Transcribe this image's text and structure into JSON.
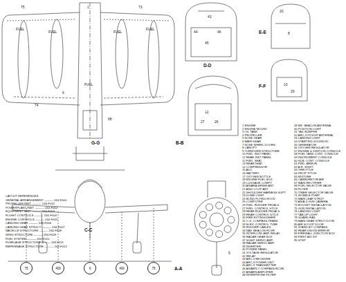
{
  "diagram": {
    "nodes": [
      {
        "text": [
          "75"
        ]
      },
      {
        "text": [
          "400"
        ]
      },
      {
        "text": [
          "6"
        ]
      },
      {
        "text": [
          "400"
        ]
      },
      {
        "text": [
          "75"
        ]
      }
    ],
    "labels": [
      "1 ENGINE",
      "2 ENGINE MOUNT",
      "3 OIL TANK",
      "4 PROPELLER",
      "5 NOSE GEAR",
      "6 MAIN GEAR",
      "7 NOSE WHEEL DOORS",
      "8 CANOPY",
      "9 TURNOVER STRUCTURE",
      "10 FWD. INST PANEL",
      "11 REAR INST PANEL",
      "12 FWD. SEAT",
      "13 REAR SEAT",
      "14 COMPRESSOR",
      "15 ADC",
      "16 BATTERY",
      "17 OXYGEN BOTTLE",
      "18 ENGINE FUEL BOX",
      "19 LUGGAGE COMPT.",
      "20 AN/ARA SENSE ANT.",
      "21 AN/U LOOP ANT.",
      "22 SHOULDER HARNESS SUPT.",
      "23 DOME LIGHT",
      "24 BLIND FLYING HOOD",
      "25 COMPUTER",
      "26 FWD. RUDDER PEDALS",
      "27 FWD. CONTROL STICK",
      "28 REAR RUDDER PEDALS",
      "29 REAR CONTROL STICK",
      "30 FIRE EXTINGUISHER",
      "31 C.G. COMPASS TRANS.",
      "32 ELEV. CONTROL TUBE",
      "33 RUDDER CABLES",
      "34 NAV. BEACON RCVR.",
      "35 INTERCOM. AMP. RELAY",
      "36 RADAR GEAR BOX",
      "37 SIGHT SERVO AMP.",
      "38 RADAR SERVO AMP.",
      "39 INVERTER",
      "40 POWER PANEL",
      "41 VOLTAGE REGULATOR",
      "42 RELAY",
      "43 ARC-3 RECEIVER",
      "44 ARC-3 POWER UNIT",
      "45 ARC-3 TRANSMITTER",
      "46 AN/ARN-7 COMPASS RCVR.",
      "47 AN/ARN AMPLIFIER",
      "48 INTERPHONE FILTER",
      "49 MK. BEACON ANTENNA",
      "50 POSITION LIGHT",
      "51 TAIL BUMPER",
      "52 ARC-3 PICKUP ANTENNA",
      "53 LANDING LIGHT",
      "54 STARTING SOLENOID",
      "55 GENERATOR",
      "56 OXYGEN REGULATOR",
      "57 ENGINE & IGNITION CONSOLE",
      "58 FUEL TANK CONT. CONSOLE",
      "59 INSTRUMENT CONSOLE",
      "60 SUB. CONT. CONSOLE",
      "61 FWD. ARMOR",
      "62 A.R. SIGHT",
      "63 THROTTLE",
      "64 PROP. PITCH",
      "65 MIXTURE",
      "66 CARBURETOR AIR",
      "67 MAIN RECTIFIER",
      "68 FUEL SELECTOR VALVE",
      "69 FILTER",
      "70 TIMER SELECTOR VALVE",
      "71 WOBBLE PUMP",
      "72 MAIN LEAF STRUT",
      "73 AN/A-3 GUN CAMERA",
      "74 ROCKET INSTALLATION",
      "75 GUN INSTALLATION",
      "76 LANDING LIGHT",
      "77 TAB-UP LIGHT",
      "78 GUARD RAIL",
      "79 MAIN GEAR STRUT DOOR",
      "80 AIR SCOOP DOOR",
      "81 STAND-BY COMPASS",
      "82 REAR VISION MIRROR",
      "83 FIREWALL JUNCTION BOX",
      "84 FIRST AID KIT",
      "85 STEP",
      "LAYOUT REFERENCES",
      "GENERAL ARRANGEMENT ——— 244-F000",
      "PROPELLER INST. ——— 244-F001",
      "POWERPLANT INST. ——— 244-F002",
      "EQUIPMENT INST. ——— 244-F003",
      "FLIGHT CONTROLS ——— 244-F004",
      "ENGINE CONTROLS ——— 244-F005",
      "LANDING GEAR ——— 244-F006",
      "LANDING GEAR STRUCT. ——— 244-F007",
      "NACELLE STRUCTURE ——— 244-F008",
      "WING STRUCTURE ——— 244-F009",
      "FUEL SYSTEM ——— 244-F010",
      "FUSELAGE STRUCTURE ——— 244-F011",
      "EMPENNAGE STRUCTURE ——— 244-F012",
      "G-G",
      "D-D",
      "E-E",
      "F-F",
      "B-B",
      "C-C",
      "A-A",
      "FUEL",
      "FUEL",
      "FUEL",
      "FUEL",
      "FUEL",
      "74",
      "75",
      "6",
      "73",
      "68",
      "1",
      "44",
      "45",
      "46",
      "43",
      "20",
      "8",
      "13",
      "29",
      "12",
      "27",
      "26",
      "5"
    ]
  }
}
